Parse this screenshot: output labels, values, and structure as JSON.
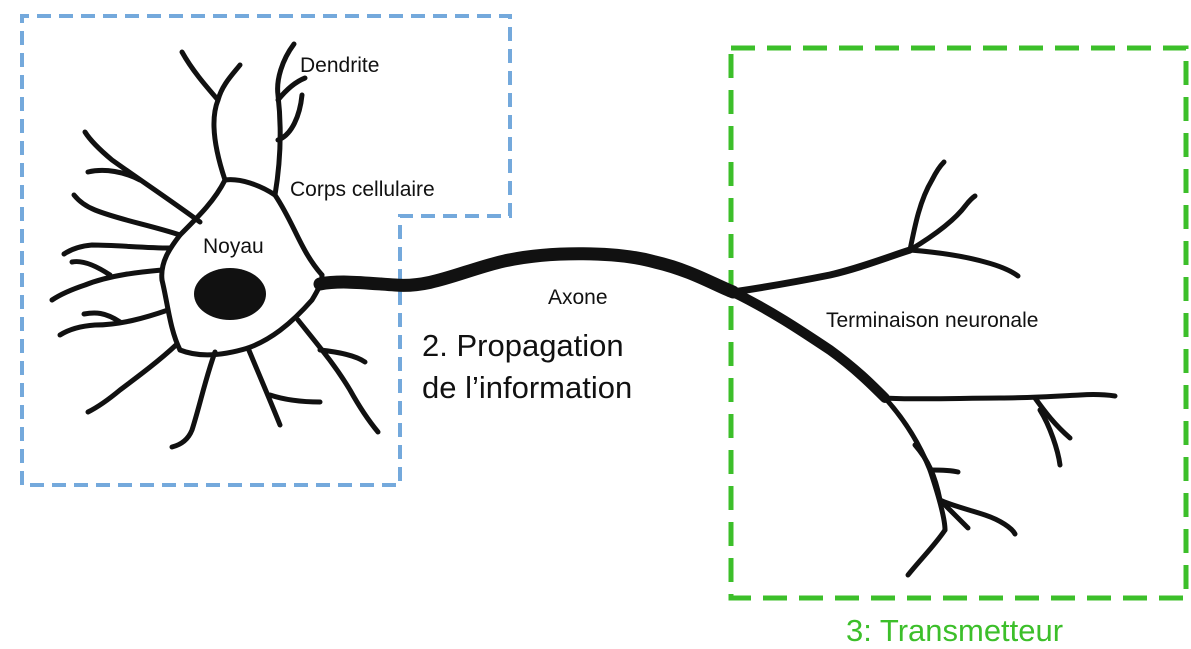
{
  "labels": {
    "dendrite": "Dendrite",
    "cell_body": "Corps cellulaire",
    "nucleus": "Noyau",
    "axon": "Axone",
    "terminal": "Terminaison neuronale",
    "propagation_line1": "2. Propagation",
    "propagation_line2": "de l’information",
    "transmitter": "3: Transmetteur"
  },
  "colors": {
    "receiver_box": "#74a9dc",
    "transmitter_box": "#3cbf2a",
    "neuron": "#111111"
  }
}
